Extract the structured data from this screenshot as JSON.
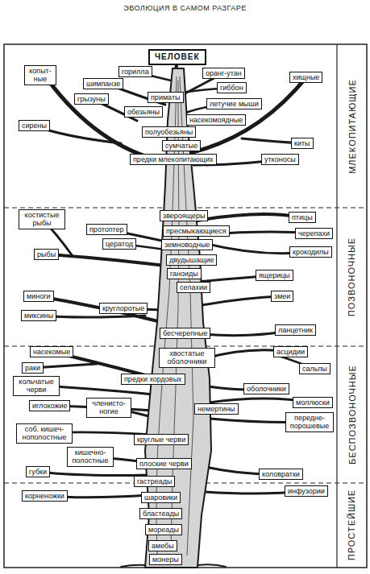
{
  "diagram": {
    "title": "ЭВОЛЮЦИЯ В САМОМ РАЗГАРЕ",
    "nodes": [
      {
        "text": [
          "ЧЕЛОВЕК"
        ]
      },
      {
        "text": [
          "горилла"
        ]
      },
      {
        "text": [
          "оранг-утан"
        ]
      },
      {
        "text": [
          "копыт- ные"
        ]
      },
      {
        "text": [
          "хищные"
        ]
      },
      {
        "text": [
          "шимпанзе"
        ]
      },
      {
        "text": [
          "гиббон"
        ]
      },
      {
        "text": [
          "грызуны"
        ]
      },
      {
        "text": [
          "приматы"
        ]
      },
      {
        "text": [
          "летучие мыши"
        ]
      },
      {
        "text": [
          "обезьяны"
        ]
      },
      {
        "text": [
          "насекомоядные"
        ]
      },
      {
        "text": [
          "сирены"
        ]
      },
      {
        "text": [
          "полуобезьяны"
        ]
      },
      {
        "text": [
          "киты"
        ]
      },
      {
        "text": [
          "сумчатые"
        ]
      },
      {
        "text": [
          "предки млекопитающих"
        ]
      },
      {
        "text": [
          "утконосы"
        ]
      },
      {
        "text": [
          "костистые рыбы"
        ]
      },
      {
        "text": [
          "звероящеры"
        ]
      },
      {
        "text": [
          "птицы"
        ]
      },
      {
        "text": [
          "протоптер"
        ]
      },
      {
        "text": [
          "пресмыкающиеся"
        ]
      },
      {
        "text": [
          "черепахи"
        ]
      },
      {
        "text": [
          "цератод"
        ]
      },
      {
        "text": [
          "земноводные"
        ]
      },
      {
        "text": [
          "рыбы"
        ]
      },
      {
        "text": [
          "крокодилы"
        ]
      },
      {
        "text": [
          "двудышащие"
        ]
      },
      {
        "text": [
          "ганоиды"
        ]
      },
      {
        "text": [
          "ящерицы"
        ]
      },
      {
        "text": [
          "селахии"
        ]
      },
      {
        "text": [
          "миноги"
        ]
      },
      {
        "text": [
          "змеи"
        ]
      },
      {
        "text": [
          "круглоротые"
        ]
      },
      {
        "text": [
          "миксины"
        ]
      },
      {
        "text": [
          "ланцетник"
        ]
      },
      {
        "text": [
          "бесчерепные"
        ]
      },
      {
        "text": [
          "насекомые"
        ]
      },
      {
        "text": [
          "хвостатые оболочники"
        ]
      },
      {
        "text": [
          "асцидии"
        ]
      },
      {
        "text": [
          "раки"
        ]
      },
      {
        "text": [
          "сальпы"
        ]
      },
      {
        "text": [
          "предки хордовых"
        ]
      },
      {
        "text": [
          "кольчатые черви"
        ]
      },
      {
        "text": [
          "оболочники"
        ]
      },
      {
        "text": [
          "моллюски"
        ]
      },
      {
        "text": [
          "иглокожие"
        ]
      },
      {
        "text": [
          "членисто- ногие"
        ]
      },
      {
        "text": [
          "немертины"
        ]
      },
      {
        "text": [
          "передне- порошевые"
        ]
      },
      {
        "text": [
          "соб. кишеч- нополостные"
        ]
      },
      {
        "text": [
          "круглые черви"
        ]
      },
      {
        "text": [
          "кишечно- полостные"
        ]
      },
      {
        "text": [
          "плоские черви"
        ]
      },
      {
        "text": [
          "губки"
        ]
      },
      {
        "text": [
          "коловратки"
        ]
      },
      {
        "text": [
          "гастреады"
        ]
      },
      {
        "text": [
          "инфузории"
        ]
      },
      {
        "text": [
          "корненожки"
        ]
      },
      {
        "text": [
          "шаровики"
        ]
      },
      {
        "text": [
          "бластеады"
        ]
      },
      {
        "text": [
          "мореады"
        ]
      },
      {
        "text": [
          "амебы"
        ]
      },
      {
        "text": [
          "монеры"
        ]
      }
    ],
    "labels": [
      "МЛЕКОПИТАЮЩИЕ",
      "ПОЗВОНОЧНЫЕ",
      "БЕСПОЗВОНОЧНЫЕ",
      "ПРОСТЕЙШИЕ"
    ]
  }
}
